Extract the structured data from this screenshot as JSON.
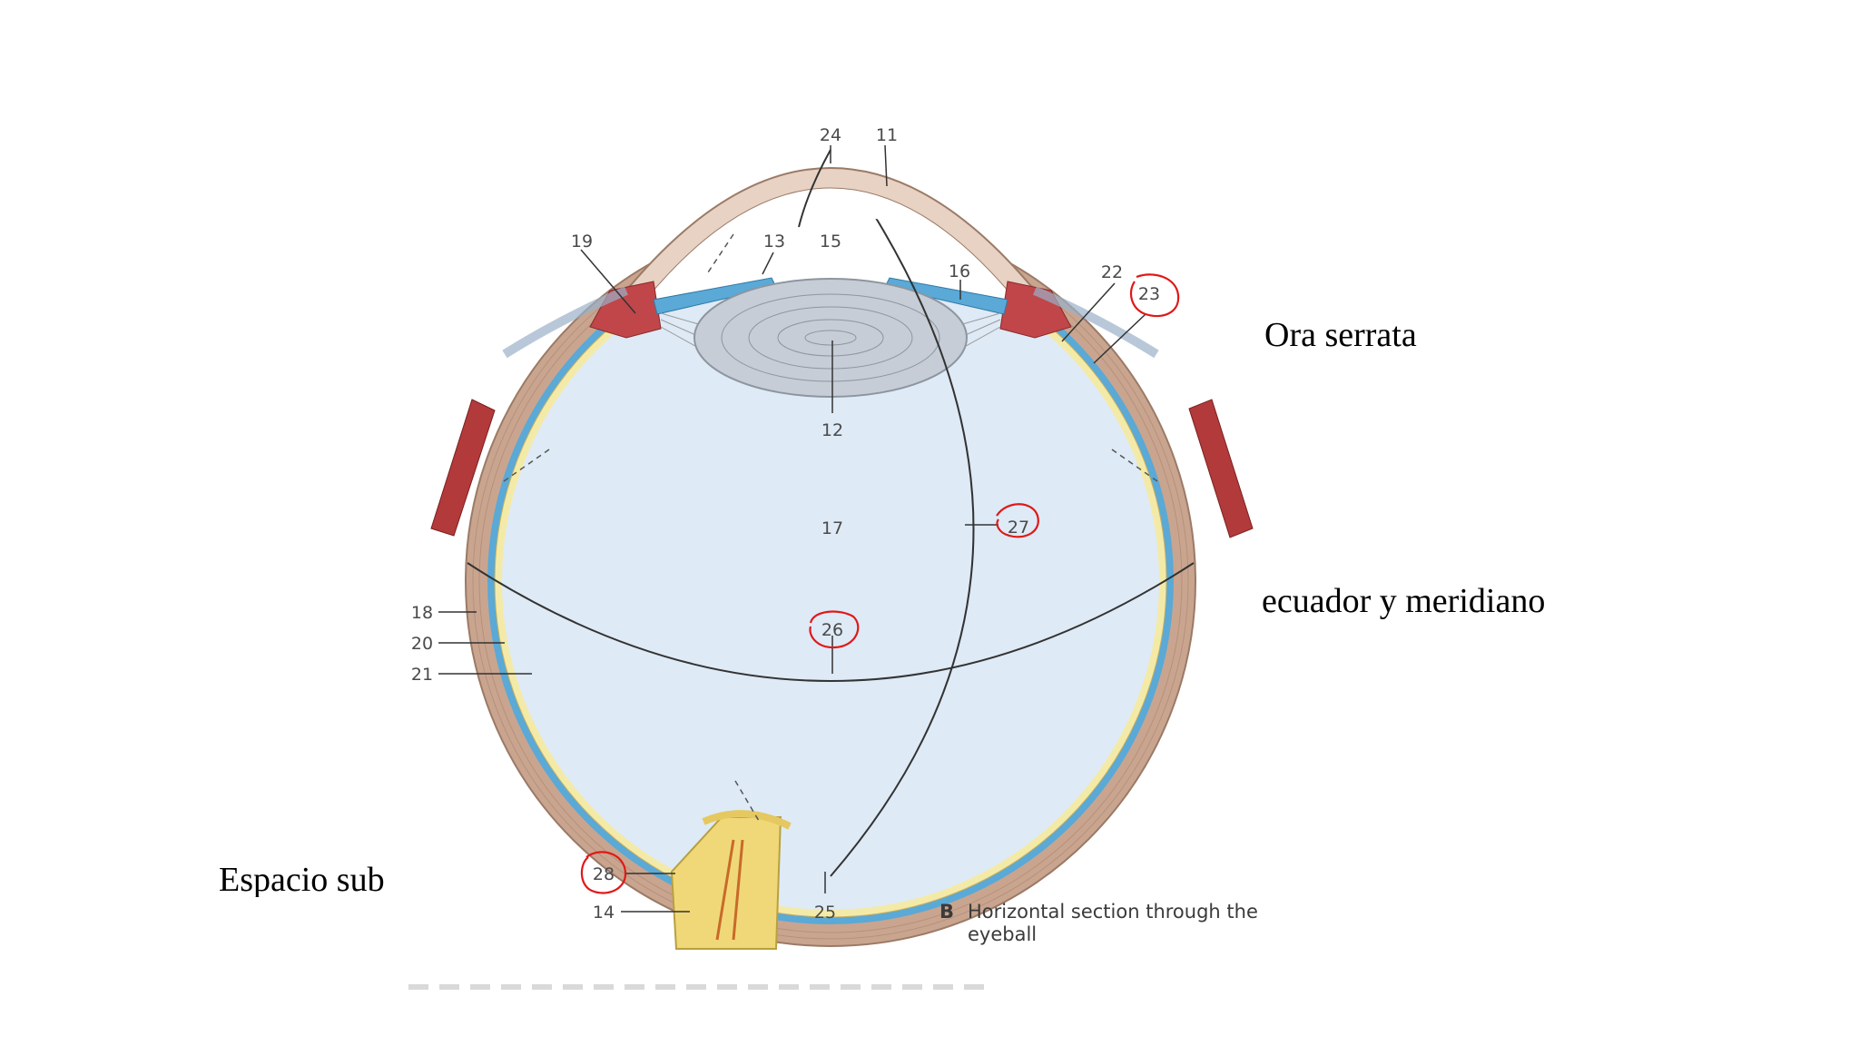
{
  "side_labels": {
    "ora_serrata": "Ora serrata",
    "ecuador_meridiano": "ecuador y meridiano",
    "espacio": "Espacio sub"
  },
  "figure": {
    "caption_letter": "B",
    "caption_line1": "Horizontal section through the",
    "caption_line2": "eyeball"
  },
  "labels": {
    "n24": "24",
    "n11": "11",
    "n19": "19",
    "n13": "13",
    "n15": "15",
    "n16": "16",
    "n22": "22",
    "n23": "23",
    "n12": "12",
    "n17": "17",
    "n27": "27",
    "n18": "18",
    "n20": "20",
    "n21": "21",
    "n26": "26",
    "n28": "28",
    "n14": "14",
    "n25": "25"
  },
  "circled_labels": [
    "23",
    "27",
    "26",
    "28"
  ],
  "colors": {
    "vitreous": "#deeaf6",
    "sclera": "#c9a58f",
    "choroid_blue": "#5aa9d6",
    "retina_yellow": "#f4eaa8",
    "muscle_red": "#b23a3a",
    "lens_gray": "#c6cdd6",
    "optic_nerve": "#f0d878",
    "annotation_red": "#e01818"
  }
}
